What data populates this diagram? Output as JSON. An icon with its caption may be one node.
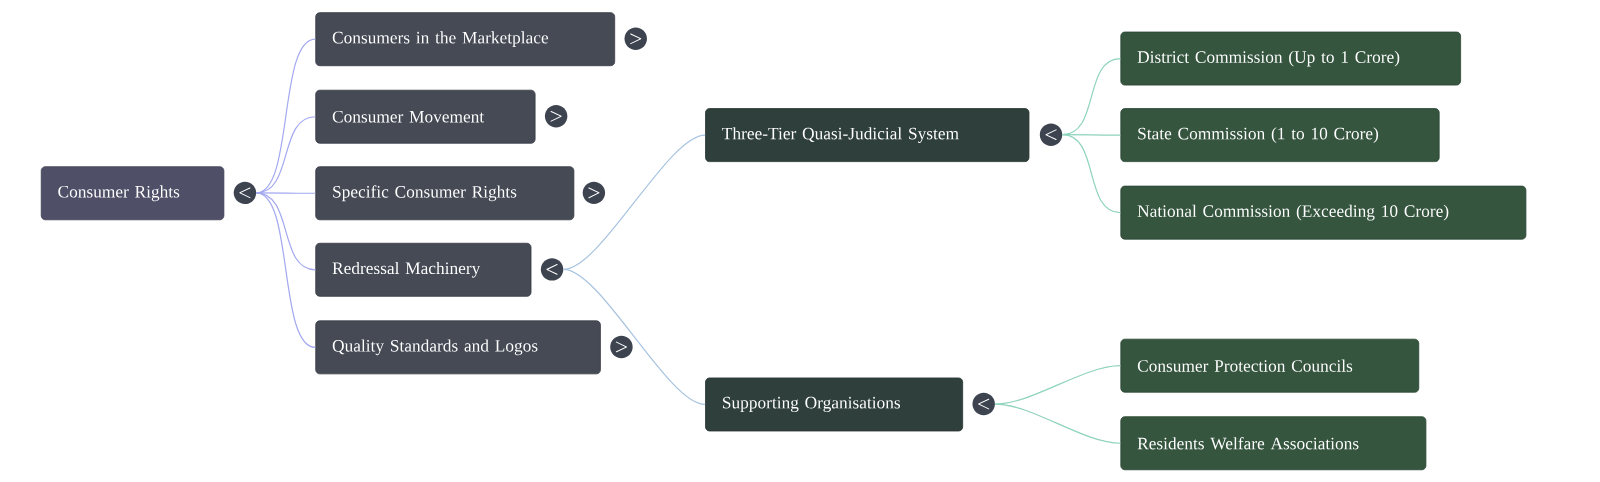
{
  "diagram": {
    "nodes": [
      {
        "text": [
          "Consumer Rights"
        ],
        "beside": [
          "<"
        ]
      },
      {
        "text": [
          "Consumers in the Marketplace"
        ],
        "beside": [
          ">"
        ]
      },
      {
        "text": [
          "Consumer Movement"
        ],
        "beside": [
          ">"
        ]
      },
      {
        "text": [
          "Specific Consumer Rights"
        ],
        "beside": [
          ">"
        ]
      },
      {
        "text": [
          "Redressal Machinery"
        ],
        "beside": [
          "<"
        ]
      },
      {
        "text": [
          "Quality Standards and Logos"
        ],
        "beside": [
          ">"
        ]
      },
      {
        "text": [
          "Three-Tier Quasi-Judicial System"
        ],
        "beside": [
          "<"
        ]
      },
      {
        "text": [
          "Supporting Organisations"
        ],
        "beside": [
          "<"
        ]
      },
      {
        "text": [
          "District Commission (Up to 1 Crore)"
        ]
      },
      {
        "text": [
          "State Commission (1 to 10 Crore)"
        ]
      },
      {
        "text": [
          "National Commission (Exceeding 10 Crore)"
        ]
      },
      {
        "text": [
          "Consumer Protection Councils"
        ]
      },
      {
        "text": [
          "Residents Welfare Associations"
        ]
      }
    ],
    "edges": [
      {
        "from": 0,
        "to": 1,
        "arrow": "none",
        "color": "#a3a8f0"
      },
      {
        "from": 0,
        "to": 2,
        "arrow": "none",
        "color": "#a3a8f0"
      },
      {
        "from": 0,
        "to": 3,
        "arrow": "none",
        "color": "#a3a8f0"
      },
      {
        "from": 0,
        "to": 4,
        "arrow": "none",
        "color": "#a3a8f0"
      },
      {
        "from": 0,
        "to": 5,
        "arrow": "none",
        "color": "#a3a8f0"
      },
      {
        "from": 4,
        "to": 6,
        "arrow": "none",
        "color": "#a8c4e0"
      },
      {
        "from": 4,
        "to": 7,
        "arrow": "none",
        "color": "#a8c4e0"
      },
      {
        "from": 6,
        "to": 8,
        "arrow": "none",
        "color": "#8ed3bb"
      },
      {
        "from": 6,
        "to": 9,
        "arrow": "none",
        "color": "#8ed3bb"
      },
      {
        "from": 6,
        "to": 10,
        "arrow": "none",
        "color": "#8ed3bb"
      },
      {
        "from": 7,
        "to": 11,
        "arrow": "none",
        "color": "#8ed3bb"
      },
      {
        "from": 7,
        "to": 12,
        "arrow": "none",
        "color": "#8ed3bb"
      }
    ]
  }
}
